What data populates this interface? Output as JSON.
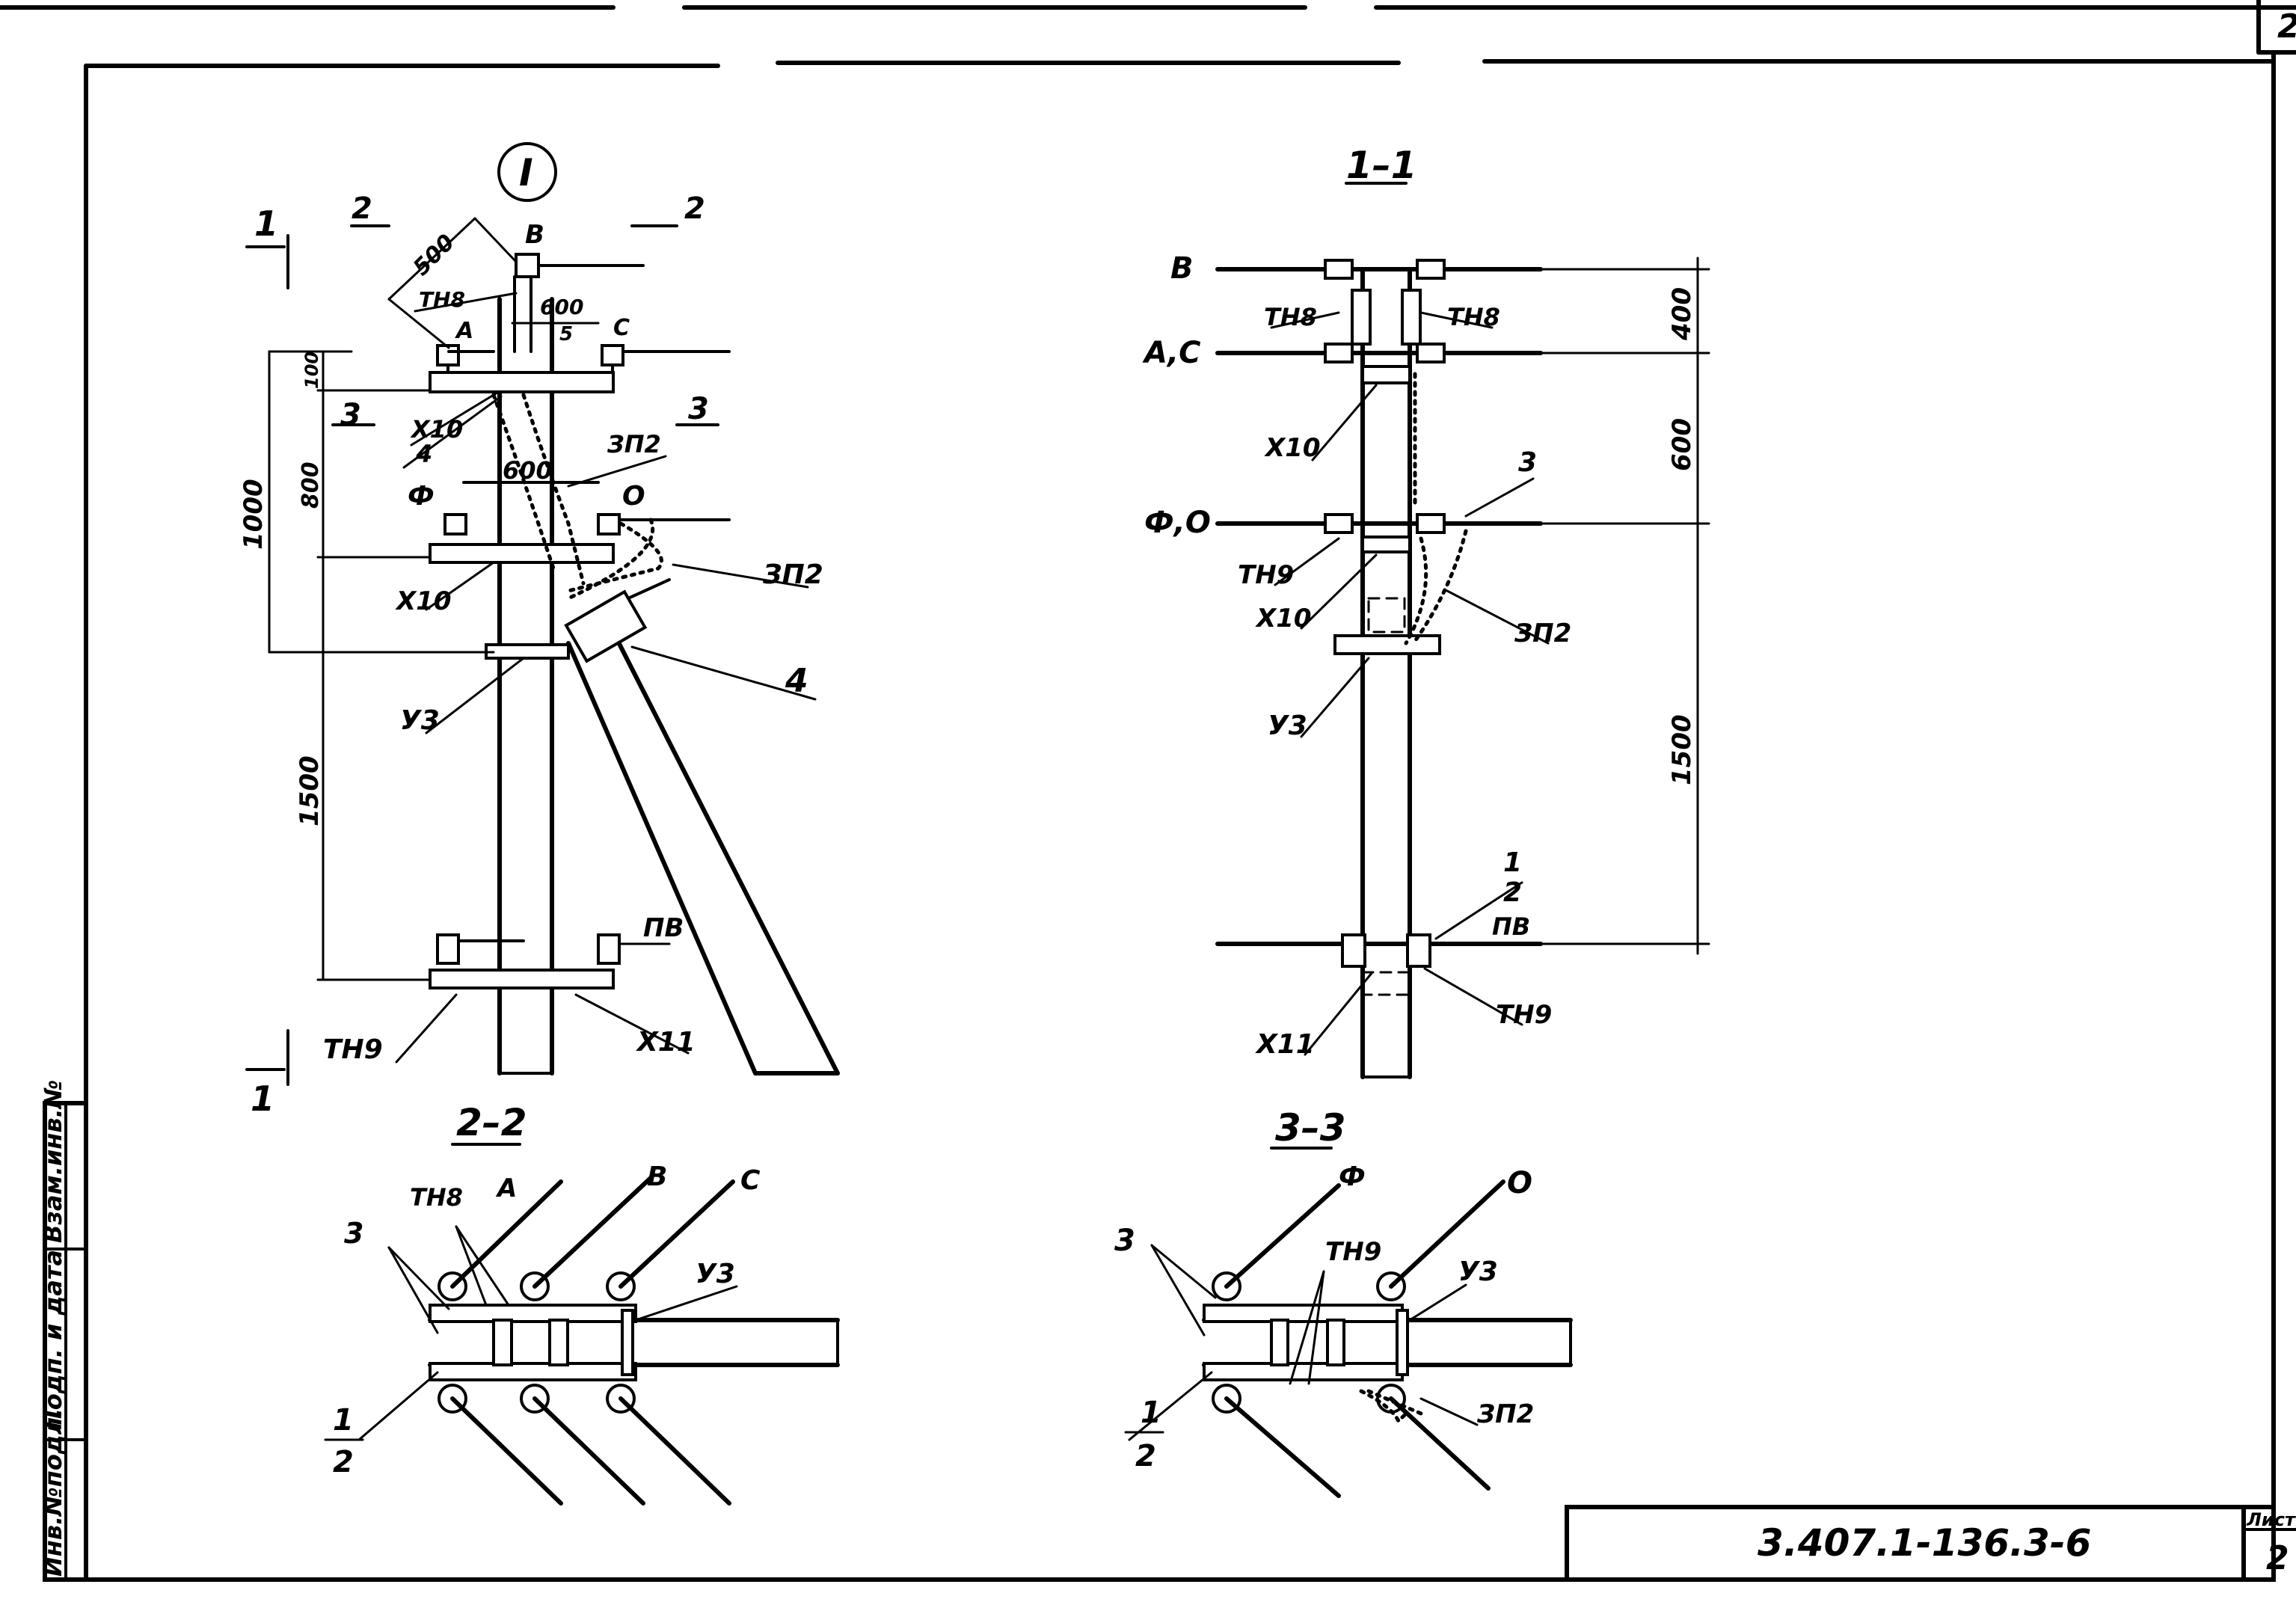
{
  "sheet": {
    "number_top": "2",
    "doc_code": "3.407.1-136.3-6",
    "sheet_label": "Лист",
    "sheet_number": "2",
    "side_stamp": [
      "Инв.№подл.",
      "Подп. и дата",
      "Взам.инв.№"
    ]
  },
  "view_main": {
    "circle_mark": "I",
    "section_marks": {
      "s1_top": "1",
      "s1_bottom": "1",
      "s2_left": "2",
      "s2_right": "2",
      "s3_left": "3",
      "s3_right": "3"
    },
    "phase_labels": {
      "B": "В",
      "A": "А",
      "C": "С",
      "F": "Ф",
      "O": "О"
    },
    "dims": {
      "d500": "500",
      "d600_top": "600",
      "d600_mid": "600",
      "d100": "100",
      "d800": "800",
      "d1000": "1000",
      "d1500": "1500"
    },
    "callouts": {
      "tn8": "ТН8",
      "x10_a": "Х10",
      "n4_a": "4",
      "n5": "5",
      "zp2_a": "ЗП2",
      "zp2_b": "ЗП2",
      "x10_b": "Х10",
      "y3": "У3",
      "n4_b": "4",
      "pv": "ПВ",
      "tn9": "ТН9",
      "x11": "Х11"
    }
  },
  "view_1_1": {
    "title": "1–1",
    "phase_labels": {
      "B": "В",
      "AC": "А,С",
      "FO": "Ф,О"
    },
    "dims": {
      "d400": "400",
      "d600": "600",
      "d1500": "1500"
    },
    "callouts": {
      "tn8_l": "ТН8",
      "tn8_r": "ТН8",
      "x10_a": "Х10",
      "n3": "3",
      "tn9_a": "ТН9",
      "x10_b": "Х10",
      "zp2": "ЗП2",
      "y3": "У3",
      "n1": "1",
      "n2": "2",
      "pv": "ПВ",
      "x11": "Х11",
      "tn9_b": "ТН9"
    }
  },
  "view_2_2": {
    "title": "2–2",
    "phase_labels": {
      "A": "А",
      "B": "В",
      "C": "С"
    },
    "callouts": {
      "tn8": "ТН8",
      "n3": "3",
      "y3": "У3",
      "n1": "1",
      "n2": "2"
    }
  },
  "view_3_3": {
    "title": "3–3",
    "phase_labels": {
      "F": "Ф",
      "O": "О"
    },
    "callouts": {
      "n3": "3",
      "tn9": "ТН9",
      "y3": "У3",
      "n1": "1",
      "n2": "2",
      "zp2": "ЗП2"
    }
  }
}
